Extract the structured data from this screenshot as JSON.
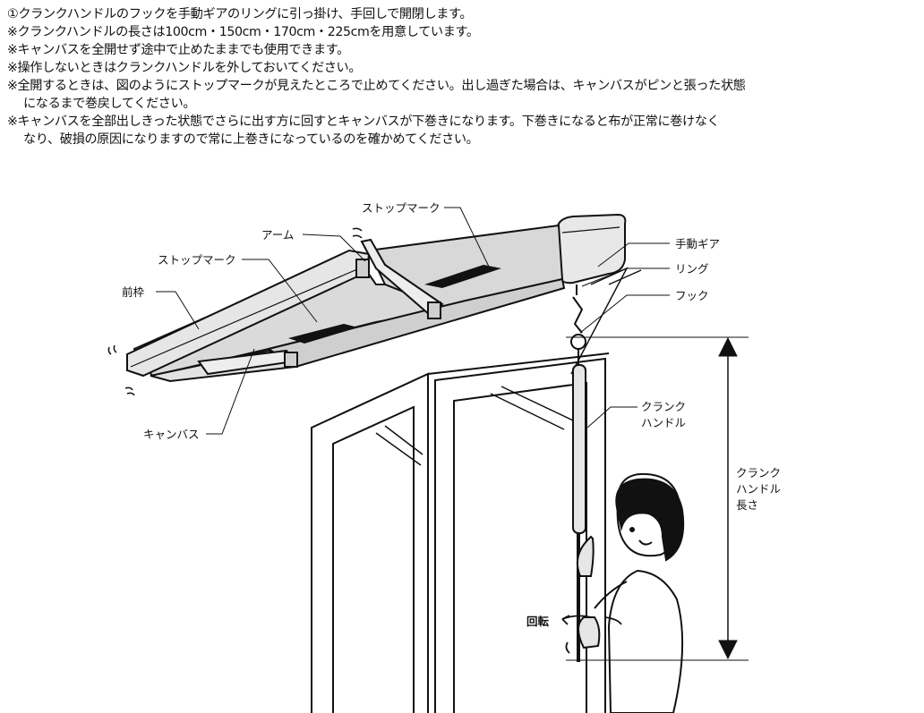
{
  "instructions": [
    "①クランクハンドルのフックを手動ギアのリングに引っ掛け、手回しで開閉します。",
    "※クランクハンドルの長さは100cm・150cm・170cm・225cmを用意しています。",
    "※キャンバスを全開せず途中で止めたままでも使用できます。",
    "※操作しないときはクランクハンドルを外しておいてください。",
    "※全開するときは、図のようにストップマークが見えたところで止めてください。出し過ぎた場合は、キャンバスがピンと張った状態",
    "になるまで巻戻してください。",
    "※キャンバスを全部出しきった状態でさらに出す方に回すとキャンバスが下巻きになります。下巻きになると布が正常に巻けなく",
    "なり、破損の原因になりますので常に上巻きになっているのを確かめてください。"
  ],
  "figure": {
    "labels": {
      "stop_mark_top": "ストップマーク",
      "arm": "アーム",
      "stop_mark_left": "ストップマーク",
      "front_frame": "前枠",
      "canvas": "キャンバス",
      "manual_gear": "手動ギア",
      "ring": "リング",
      "hook": "フック",
      "crank_handle_1": "クランク",
      "crank_handle_2": "ハンドル",
      "length_1": "クランク",
      "length_2": "ハンドル",
      "length_3": "長さ",
      "rotation": "回転"
    }
  }
}
